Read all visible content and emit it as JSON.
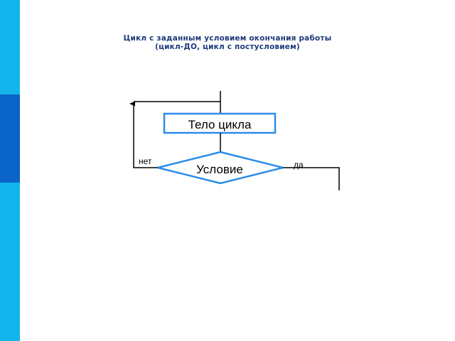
{
  "slide": {
    "title_line1": "Цикл с заданным условием окончания работы",
    "title_line2": "(цикл-ДО, цикл с постусловием)"
  },
  "flowchart": {
    "body_label": "Тело цикла",
    "condition_label": "Условие",
    "no_label": "нет",
    "yes_label": "да"
  },
  "colors": {
    "side_bar": "#14b4ec",
    "side_block": "#0a63c6",
    "shape_border": "#2a8ce8",
    "title_text": "#1d3a7a"
  }
}
